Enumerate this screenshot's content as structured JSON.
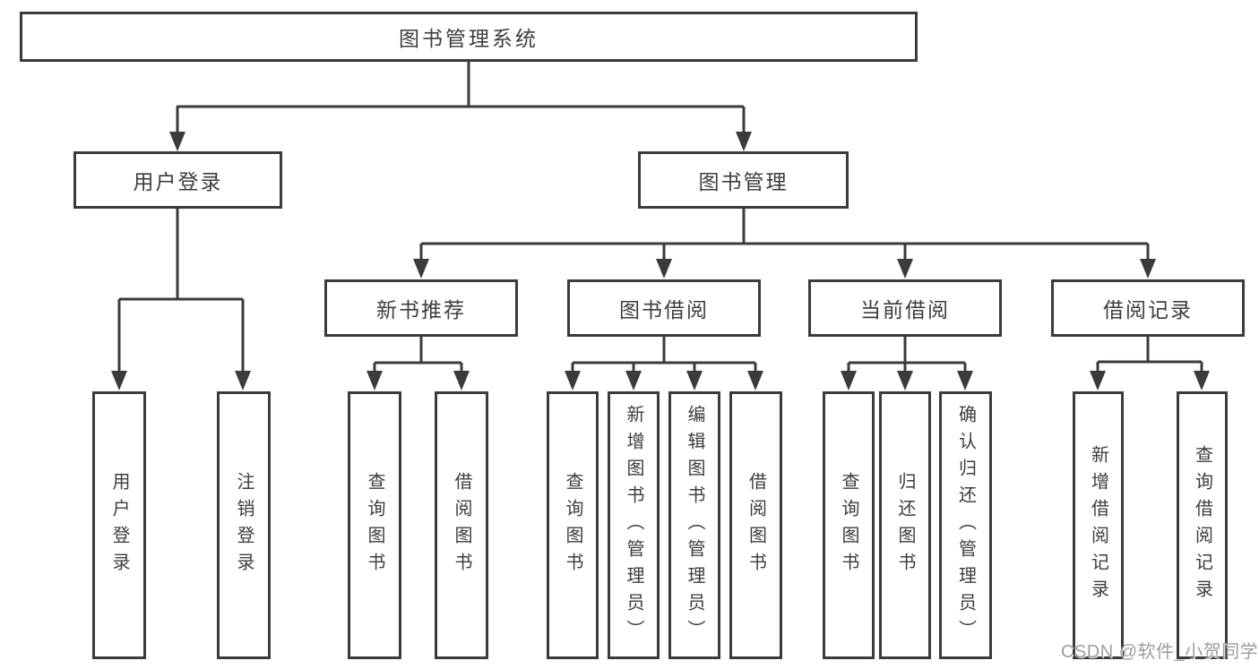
{
  "tree": {
    "root": {
      "label": "图书管理系统",
      "children": [
        {
          "label": "用户登录",
          "children": [
            {
              "label": "用户登录"
            },
            {
              "label": "注销登录"
            }
          ]
        },
        {
          "label": "图书管理",
          "children": [
            {
              "label": "新书推荐",
              "children": [
                {
                  "label": "查询图书"
                },
                {
                  "label": "借阅图书"
                }
              ]
            },
            {
              "label": "图书借阅",
              "children": [
                {
                  "label": "查询图书"
                },
                {
                  "label": "新增图书（管理员）"
                },
                {
                  "label": "编辑图书（管理员）"
                },
                {
                  "label": "借阅图书"
                }
              ]
            },
            {
              "label": "当前借阅",
              "children": [
                {
                  "label": "查询图书"
                },
                {
                  "label": "归还图书"
                },
                {
                  "label": "确认归还（管理员）"
                }
              ]
            },
            {
              "label": "借阅记录",
              "children": [
                {
                  "label": "新增借阅记录"
                },
                {
                  "label": "查询借阅记录"
                }
              ]
            }
          ]
        }
      ]
    }
  },
  "watermark": {
    "text": "CSDN @软件_小贺同学"
  },
  "colors": {
    "line": "#3b3b3b",
    "text": "#3d3d3d",
    "watermark": "#9b9ea3",
    "background": "#ffffff"
  }
}
